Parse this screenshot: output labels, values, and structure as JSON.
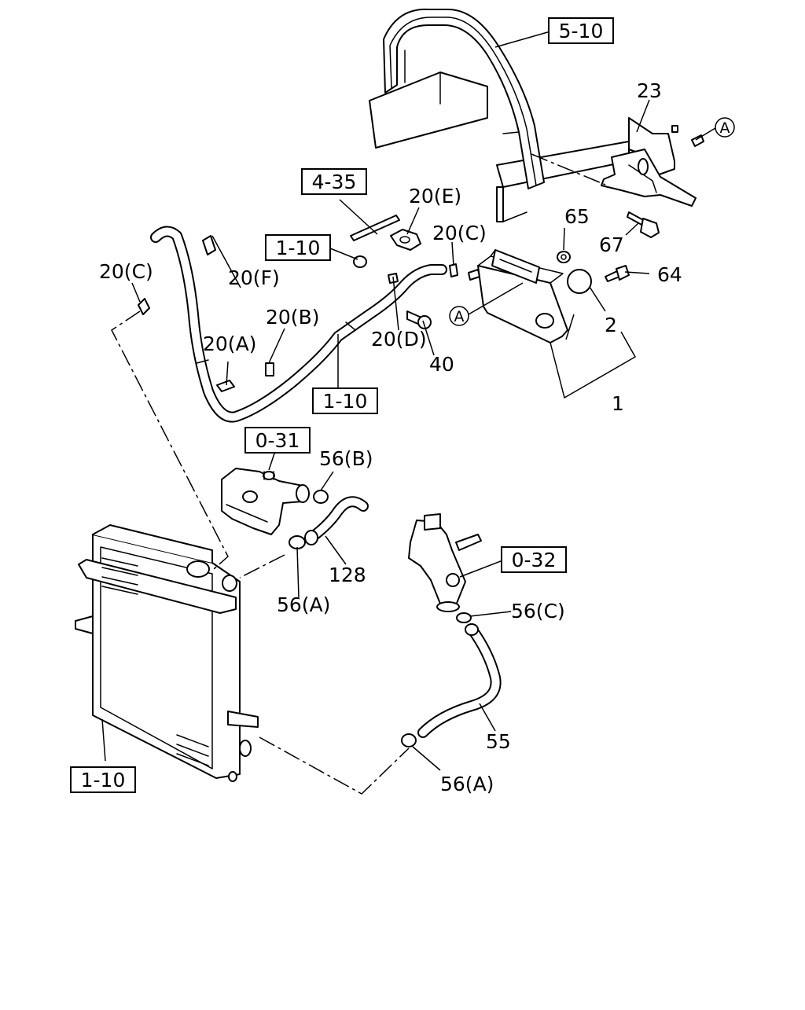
{
  "diagram": {
    "ref_boxes": [
      "5-10",
      "4-35",
      "1-10",
      "1-10",
      "0-31",
      "0-32",
      "1-10"
    ],
    "part_labels": [
      "23",
      "65",
      "67",
      "64",
      "2",
      "1",
      "20(C)",
      "20(F)",
      "20(B)",
      "20(A)",
      "20(E)",
      "20(C)",
      "20(D)",
      "40",
      "56(B)",
      "128",
      "56(A)",
      "56(C)",
      "55",
      "56(A)"
    ],
    "circled_labels": [
      "A",
      "A"
    ]
  }
}
